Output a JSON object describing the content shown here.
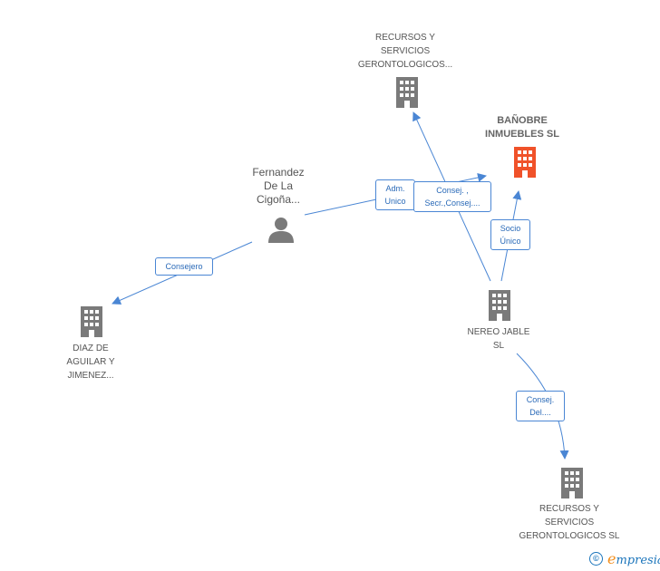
{
  "colors": {
    "edge": "#4a86d4",
    "building": "#7a7a7a",
    "highlight": "#f0522a",
    "person": "#7a7a7a",
    "brand_blue": "#1b75bb",
    "brand_orange": "#f28e1c"
  },
  "nodes": {
    "recursos_top": {
      "label_lines": [
        "RECURSOS Y",
        "SERVICIOS",
        "GERONTOLOGICOS..."
      ],
      "icon": "building-icon"
    },
    "banobre": {
      "label_lines": [
        "BAÑOBRE",
        "INMUEBLES SL"
      ],
      "icon": "building-icon"
    },
    "fernandez": {
      "label_lines": [
        "Fernandez",
        "De La",
        "Cigoña..."
      ],
      "icon": "person-icon"
    },
    "diaz": {
      "label_lines": [
        "DIAZ DE",
        "AGUILAR Y",
        "JIMENEZ..."
      ],
      "icon": "building-icon"
    },
    "nereo": {
      "label_lines": [
        "NEREO JABLE",
        "SL"
      ],
      "icon": "building-icon"
    },
    "recursos_bottom": {
      "label_lines": [
        "RECURSOS Y",
        "SERVICIOS",
        "GERONTOLOGICOS SL"
      ],
      "icon": "building-icon"
    }
  },
  "edge_labels": {
    "adm_unico": [
      "Adm.",
      "Unico"
    ],
    "consej_secr": [
      "Consej. ,",
      "Secr.,Consej...."
    ],
    "socio_unico": [
      "Socio",
      "Único"
    ],
    "consejero": [
      "Consejero"
    ],
    "consej_del": [
      "Consej.",
      "Del...."
    ]
  },
  "footer": {
    "copyright_symbol": "©",
    "brand_first_letter": "e",
    "brand_rest": "mpresia"
  }
}
